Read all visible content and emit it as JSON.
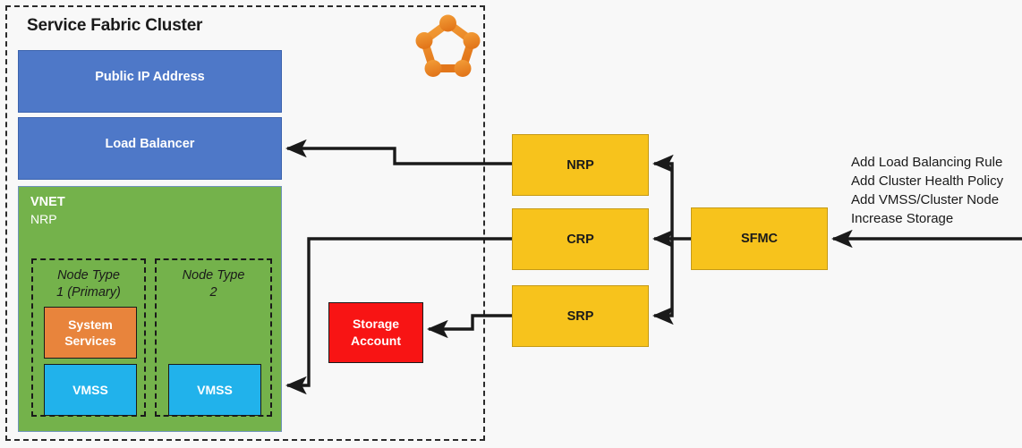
{
  "diagram": {
    "title": "Service Fabric Cluster",
    "logo": "service-fabric-logo"
  },
  "cluster": {
    "resources": [
      {
        "id": "public-ip",
        "label": "Public IP Address",
        "color": "#4e78c8"
      },
      {
        "id": "load-balancer",
        "label": "Load Balancer",
        "color": "#4e78c8"
      }
    ],
    "vnet": {
      "title": "VNET",
      "subtitle": "NRP",
      "color": "#74b24b",
      "node_types": [
        {
          "id": "node-type-1",
          "label_line1": "Node Type",
          "label_line2": "1 (Primary)",
          "children": [
            {
              "id": "system-services",
              "label_line1": "System",
              "label_line2": "Services",
              "color": "#e8843c"
            },
            {
              "id": "vmss-1",
              "label": "VMSS",
              "color": "#21b2eb"
            }
          ]
        },
        {
          "id": "node-type-2",
          "label_line1": "Node Type",
          "label_line2": "2",
          "children": [
            {
              "id": "vmss-2",
              "label": "VMSS",
              "color": "#21b2eb"
            }
          ]
        }
      ]
    }
  },
  "providers": {
    "color": "#f7c31c",
    "items": [
      {
        "id": "nrp",
        "label": "NRP"
      },
      {
        "id": "crp",
        "label": "CRP"
      },
      {
        "id": "srp",
        "label": "SRP"
      },
      {
        "id": "sfmc",
        "label": "SFMC"
      }
    ]
  },
  "storage": {
    "label_line1": "Storage",
    "label_line2": "Account",
    "color": "#f81414"
  },
  "annotations": {
    "lines": [
      "Add Load Balancing Rule",
      "Add Cluster Health Policy",
      "Add VMSS/Cluster Node",
      "Increase Storage"
    ]
  },
  "colors": {
    "blue": "#4e78c8",
    "green": "#74b24b",
    "yellow": "#f7c31c",
    "orange": "#e8843c",
    "cyan": "#21b2eb",
    "red": "#f81414",
    "logo_orange": "#ef8b22",
    "arrow": "#1a1a1a"
  }
}
